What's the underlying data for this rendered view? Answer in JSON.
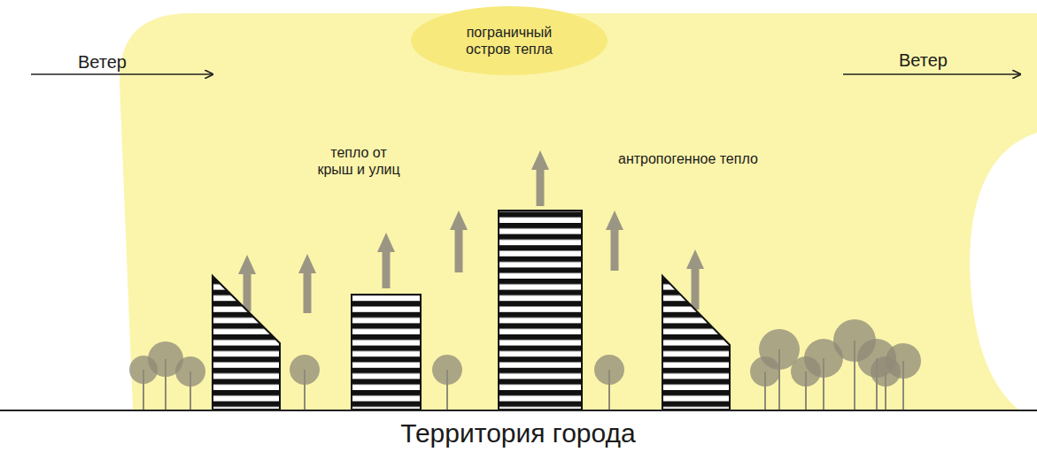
{
  "diagram": {
    "nodes": [
      {
        "text": [
          "пограничный остров тепла"
        ]
      }
    ],
    "labels": [
      "Ветер",
      "тепло от крыш и улиц",
      "антропогенное тепло",
      "Ветер",
      "Территория города"
    ]
  }
}
